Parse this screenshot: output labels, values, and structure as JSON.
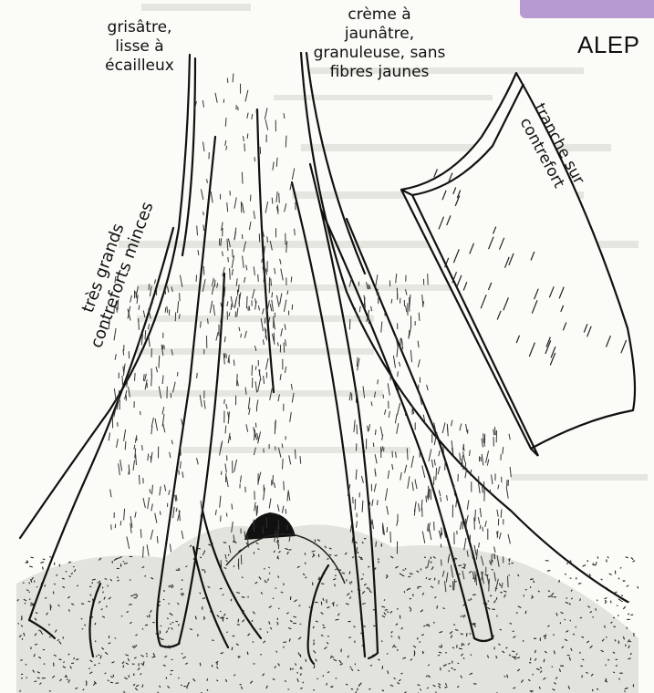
{
  "page": {
    "heading": "ALEP",
    "accent_color": "#b89ad3"
  },
  "labels": {
    "bark": [
      "grisâtre,",
      "lisse à",
      "écailleux"
    ],
    "slash": [
      "crème à",
      "jaunâtre,",
      "granuleuse, sans",
      "fibres jaunes"
    ],
    "buttress": [
      "très grands",
      "contreforts minces"
    ],
    "section": [
      "tranche sur",
      "contrefort"
    ]
  }
}
